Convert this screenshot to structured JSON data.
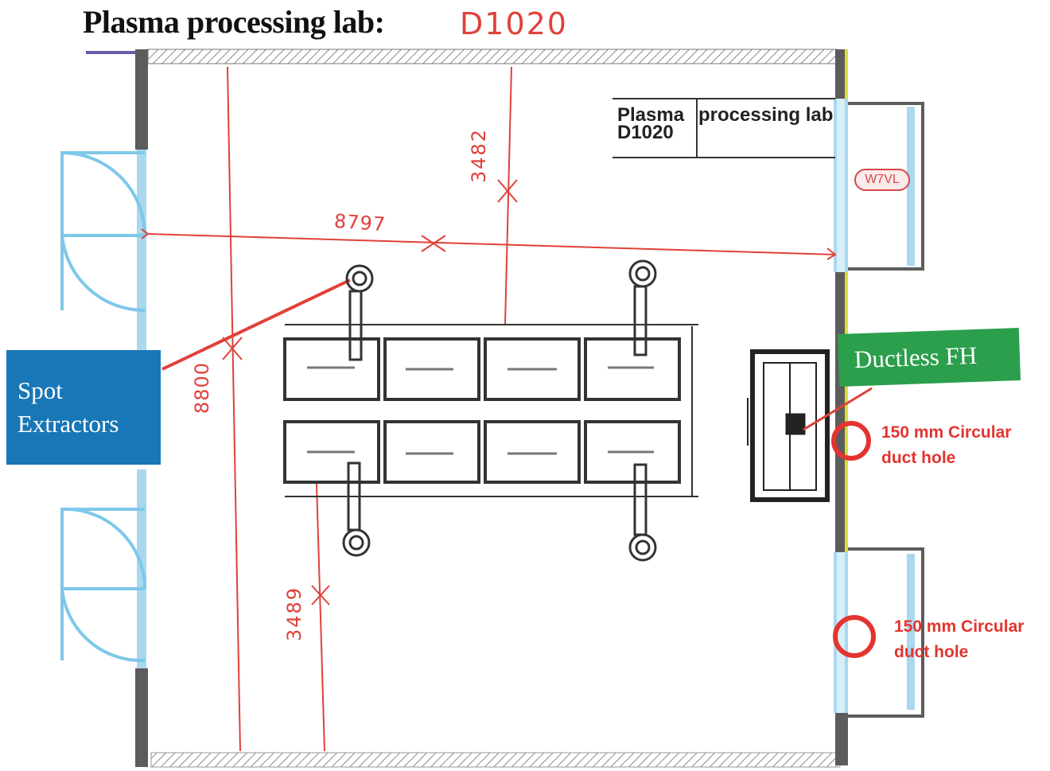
{
  "header": {
    "title": "Plasma processing lab:",
    "room_code_handwritten": "D1020"
  },
  "room_table": {
    "name_line1": "Plasma",
    "name_line2": "D1020",
    "name_right": "processing lab"
  },
  "tags": {
    "w7vl": "W7VL"
  },
  "labels": {
    "spot_extractors": [
      "Spot",
      "Extractors"
    ],
    "ductless_fh": "Ductless FH"
  },
  "duct_notes": [
    {
      "line1": "150 mm Circular",
      "line2": "duct hole"
    },
    {
      "line1": "150 mm Circular",
      "line2": "duct hole"
    }
  ],
  "dimensions": {
    "width": "8797",
    "top_gap": "3482",
    "left_length": "8800",
    "bottom_gap": "3489"
  },
  "colors": {
    "annotation_red": "#e0413a",
    "spot_extractors_blue": "#1877b6",
    "ductless_fh_green": "#2b9f4c",
    "window_blue": "#7ec8ea",
    "wall_grey": "#5c5c5c",
    "wall_accent_yellow": "#d9de3a"
  }
}
